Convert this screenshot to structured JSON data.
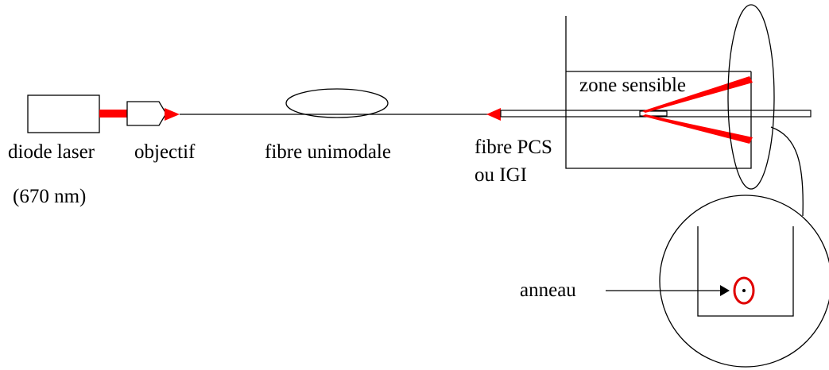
{
  "labels": {
    "diode": "diode laser",
    "wavelength": "(670 nm)",
    "objective": "objectif",
    "fibre_mono": "fibre unimodale",
    "fibre_pcs_line1": "fibre PCS",
    "fibre_pcs_line2": "ou IGI",
    "sensitive_zone": "zone sensible",
    "ring": "anneau"
  },
  "colors": {
    "laser": "#ff0000",
    "ink": "#000000",
    "ring": "#e00000"
  }
}
